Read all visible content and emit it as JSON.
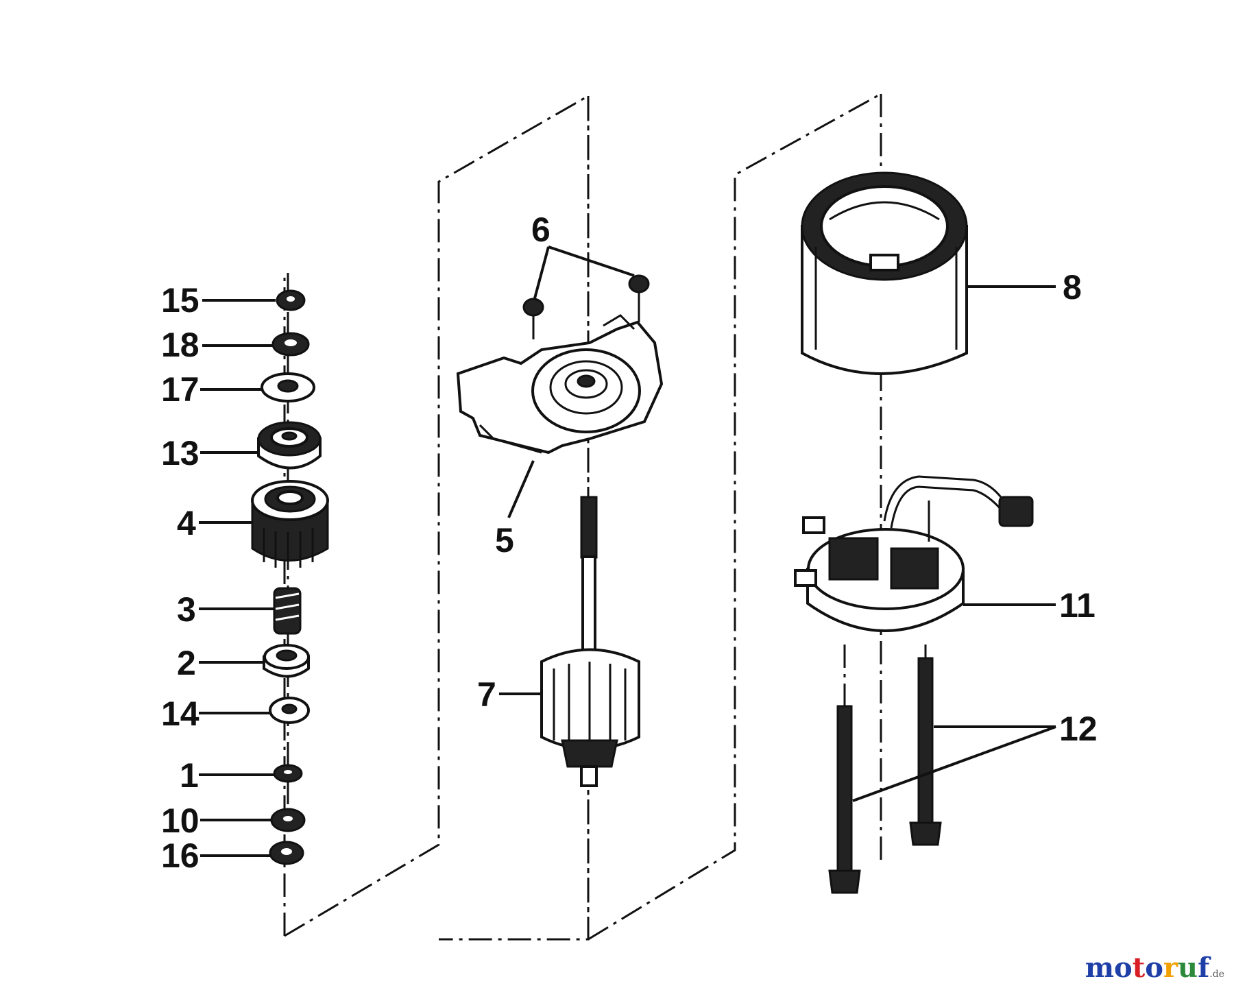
{
  "diagram": {
    "callouts": {
      "c15": "15",
      "c18": "18",
      "c17": "17",
      "c13": "13",
      "c4": "4",
      "c3": "3",
      "c2": "2",
      "c14": "14",
      "c1": "1",
      "c10": "10",
      "c16": "16",
      "c6": "6",
      "c5": "5",
      "c7": "7",
      "c8": "8",
      "c11": "11",
      "c12": "12"
    }
  },
  "watermark": {
    "letters": [
      "m",
      "o",
      "t",
      "o",
      "r",
      "u",
      "f"
    ],
    "letter_colors": [
      "#1f3fa8",
      "#1f3fa8",
      "#d81f26",
      "#1f3fa8",
      "#f2a000",
      "#2a8a3a",
      "#1f3fa8"
    ],
    "suffix": ".de"
  }
}
